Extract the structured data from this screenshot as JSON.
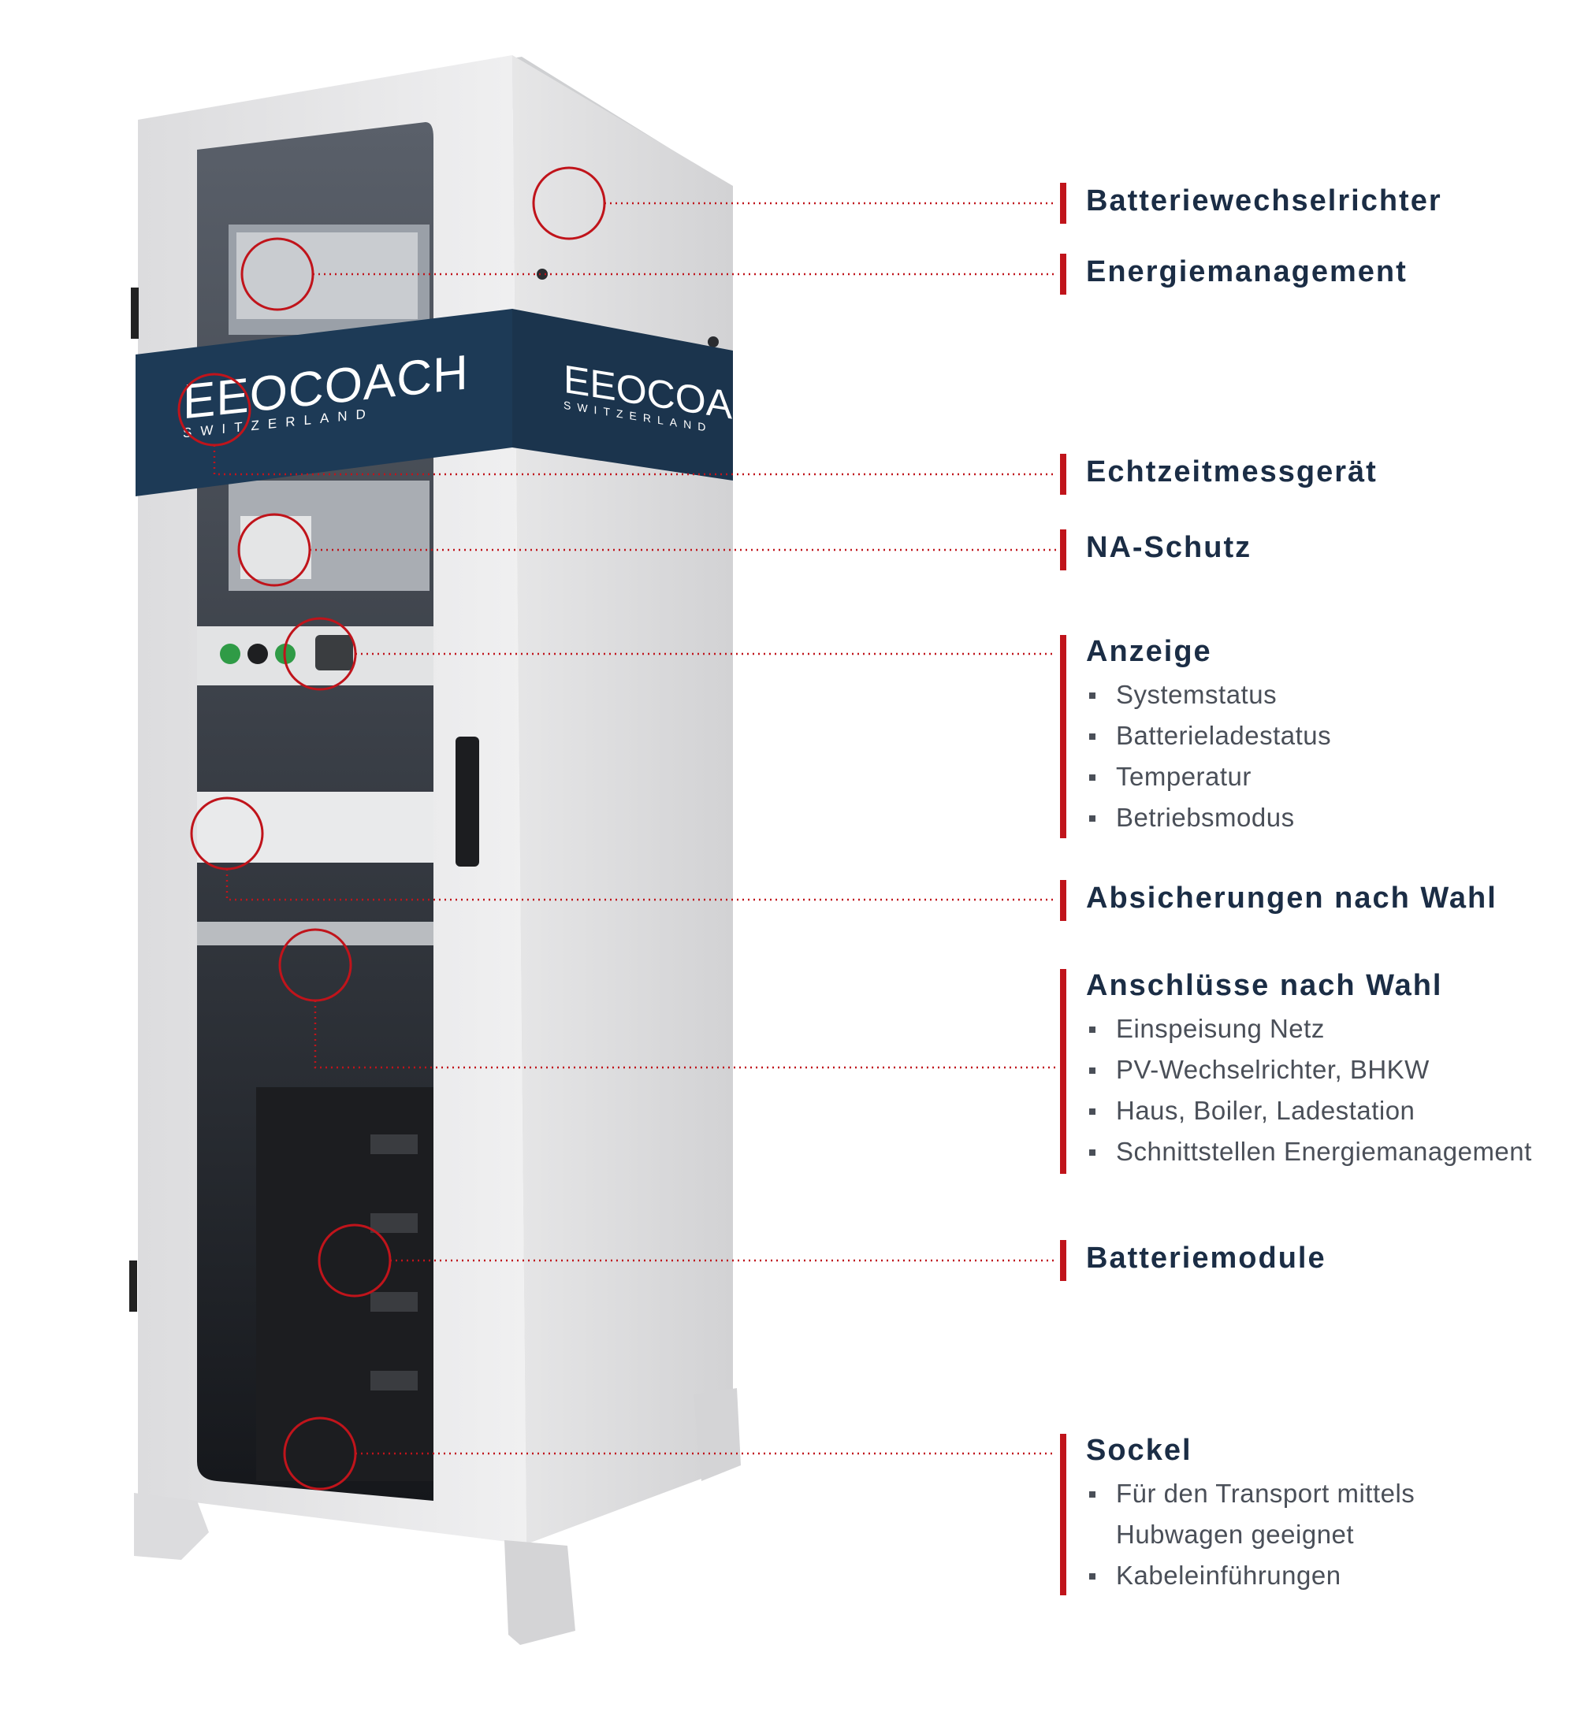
{
  "brand": {
    "name": "EEOCOACH",
    "country": "SWITZERLAND"
  },
  "colors": {
    "accent": "#c0141b",
    "heading": "#1b2d45",
    "text": "#4a4f58",
    "band": "#1d3a56",
    "cabinet": "#e8e8e9"
  },
  "labels": [
    {
      "title": "Batteriewechselrichter",
      "items": []
    },
    {
      "title": "Energiemanagement",
      "items": []
    },
    {
      "title": "Echtzeitmessgerät",
      "items": []
    },
    {
      "title": "NA-Schutz",
      "items": []
    },
    {
      "title": "Anzeige",
      "items": [
        "Systemstatus",
        "Batterieladestatus",
        "Temperatur",
        "Betriebsmodus"
      ]
    },
    {
      "title": "Absicherungen nach Wahl",
      "items": []
    },
    {
      "title": "Anschlüsse nach Wahl",
      "items": [
        "Einspeisung Netz",
        "PV-Wechselrichter, BHKW",
        "Haus, Boiler, Ladestation",
        "Schnittstellen Energiemanagement"
      ]
    },
    {
      "title": "Batteriemodule",
      "items": []
    },
    {
      "title": "Sockel",
      "items": [
        "Für den Transport mittels",
        "Hubwagen geeignet",
        "Kabeleinführungen"
      ]
    }
  ]
}
